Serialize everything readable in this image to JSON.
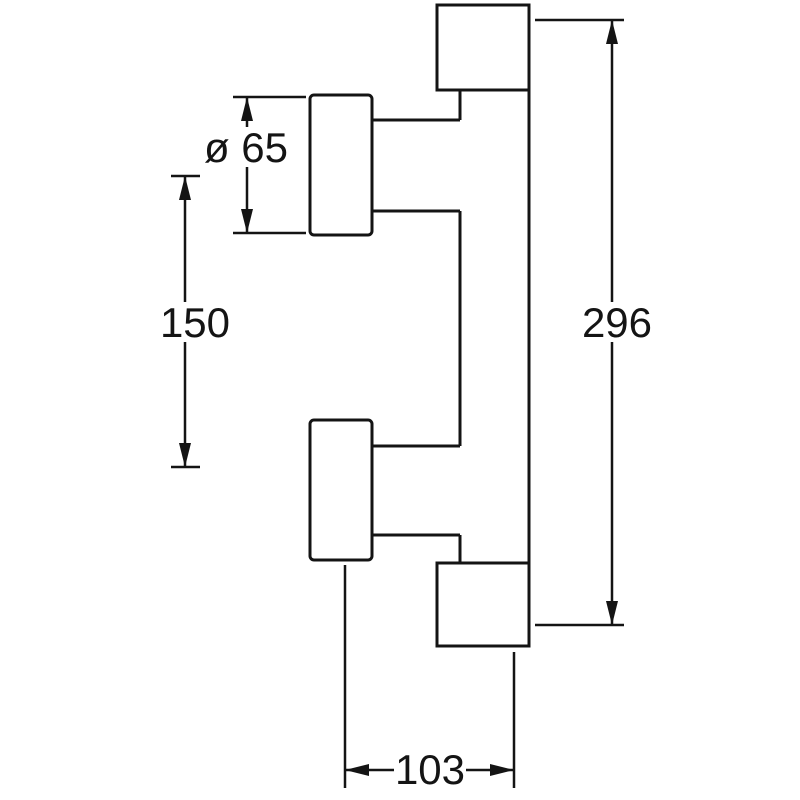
{
  "drawing": {
    "colors": {
      "line_color": "#141414",
      "background": "#ffffff"
    },
    "labels": {
      "handle_diameter": "ø 65",
      "handle_spacing": "150",
      "overall_length": "296",
      "projection_depth": "103"
    }
  }
}
